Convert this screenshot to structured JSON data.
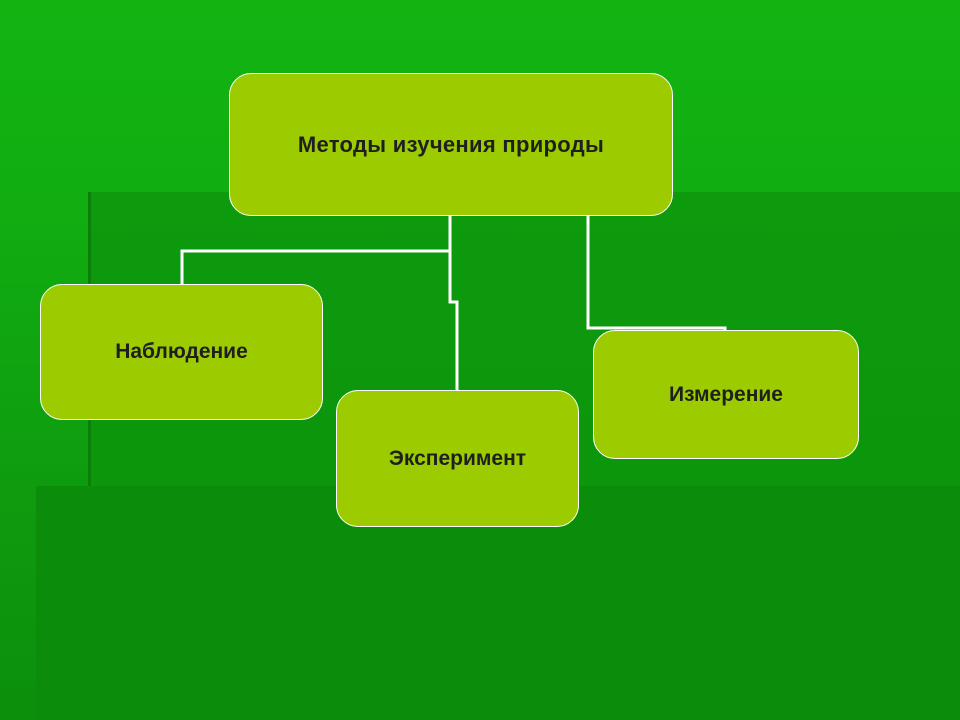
{
  "diagram": {
    "root": {
      "label": "Методы изучения природы"
    },
    "children": [
      {
        "id": "observation",
        "label": "Наблюдение"
      },
      {
        "id": "experiment",
        "label": "Эксперимент"
      },
      {
        "id": "measurement",
        "label": "Измерение"
      }
    ]
  },
  "colors": {
    "background": "#11ad11",
    "box_fill": "#9ccc00",
    "box_border": "#ffffff",
    "connector": "#ffffff",
    "text": "#1f1f1f"
  }
}
